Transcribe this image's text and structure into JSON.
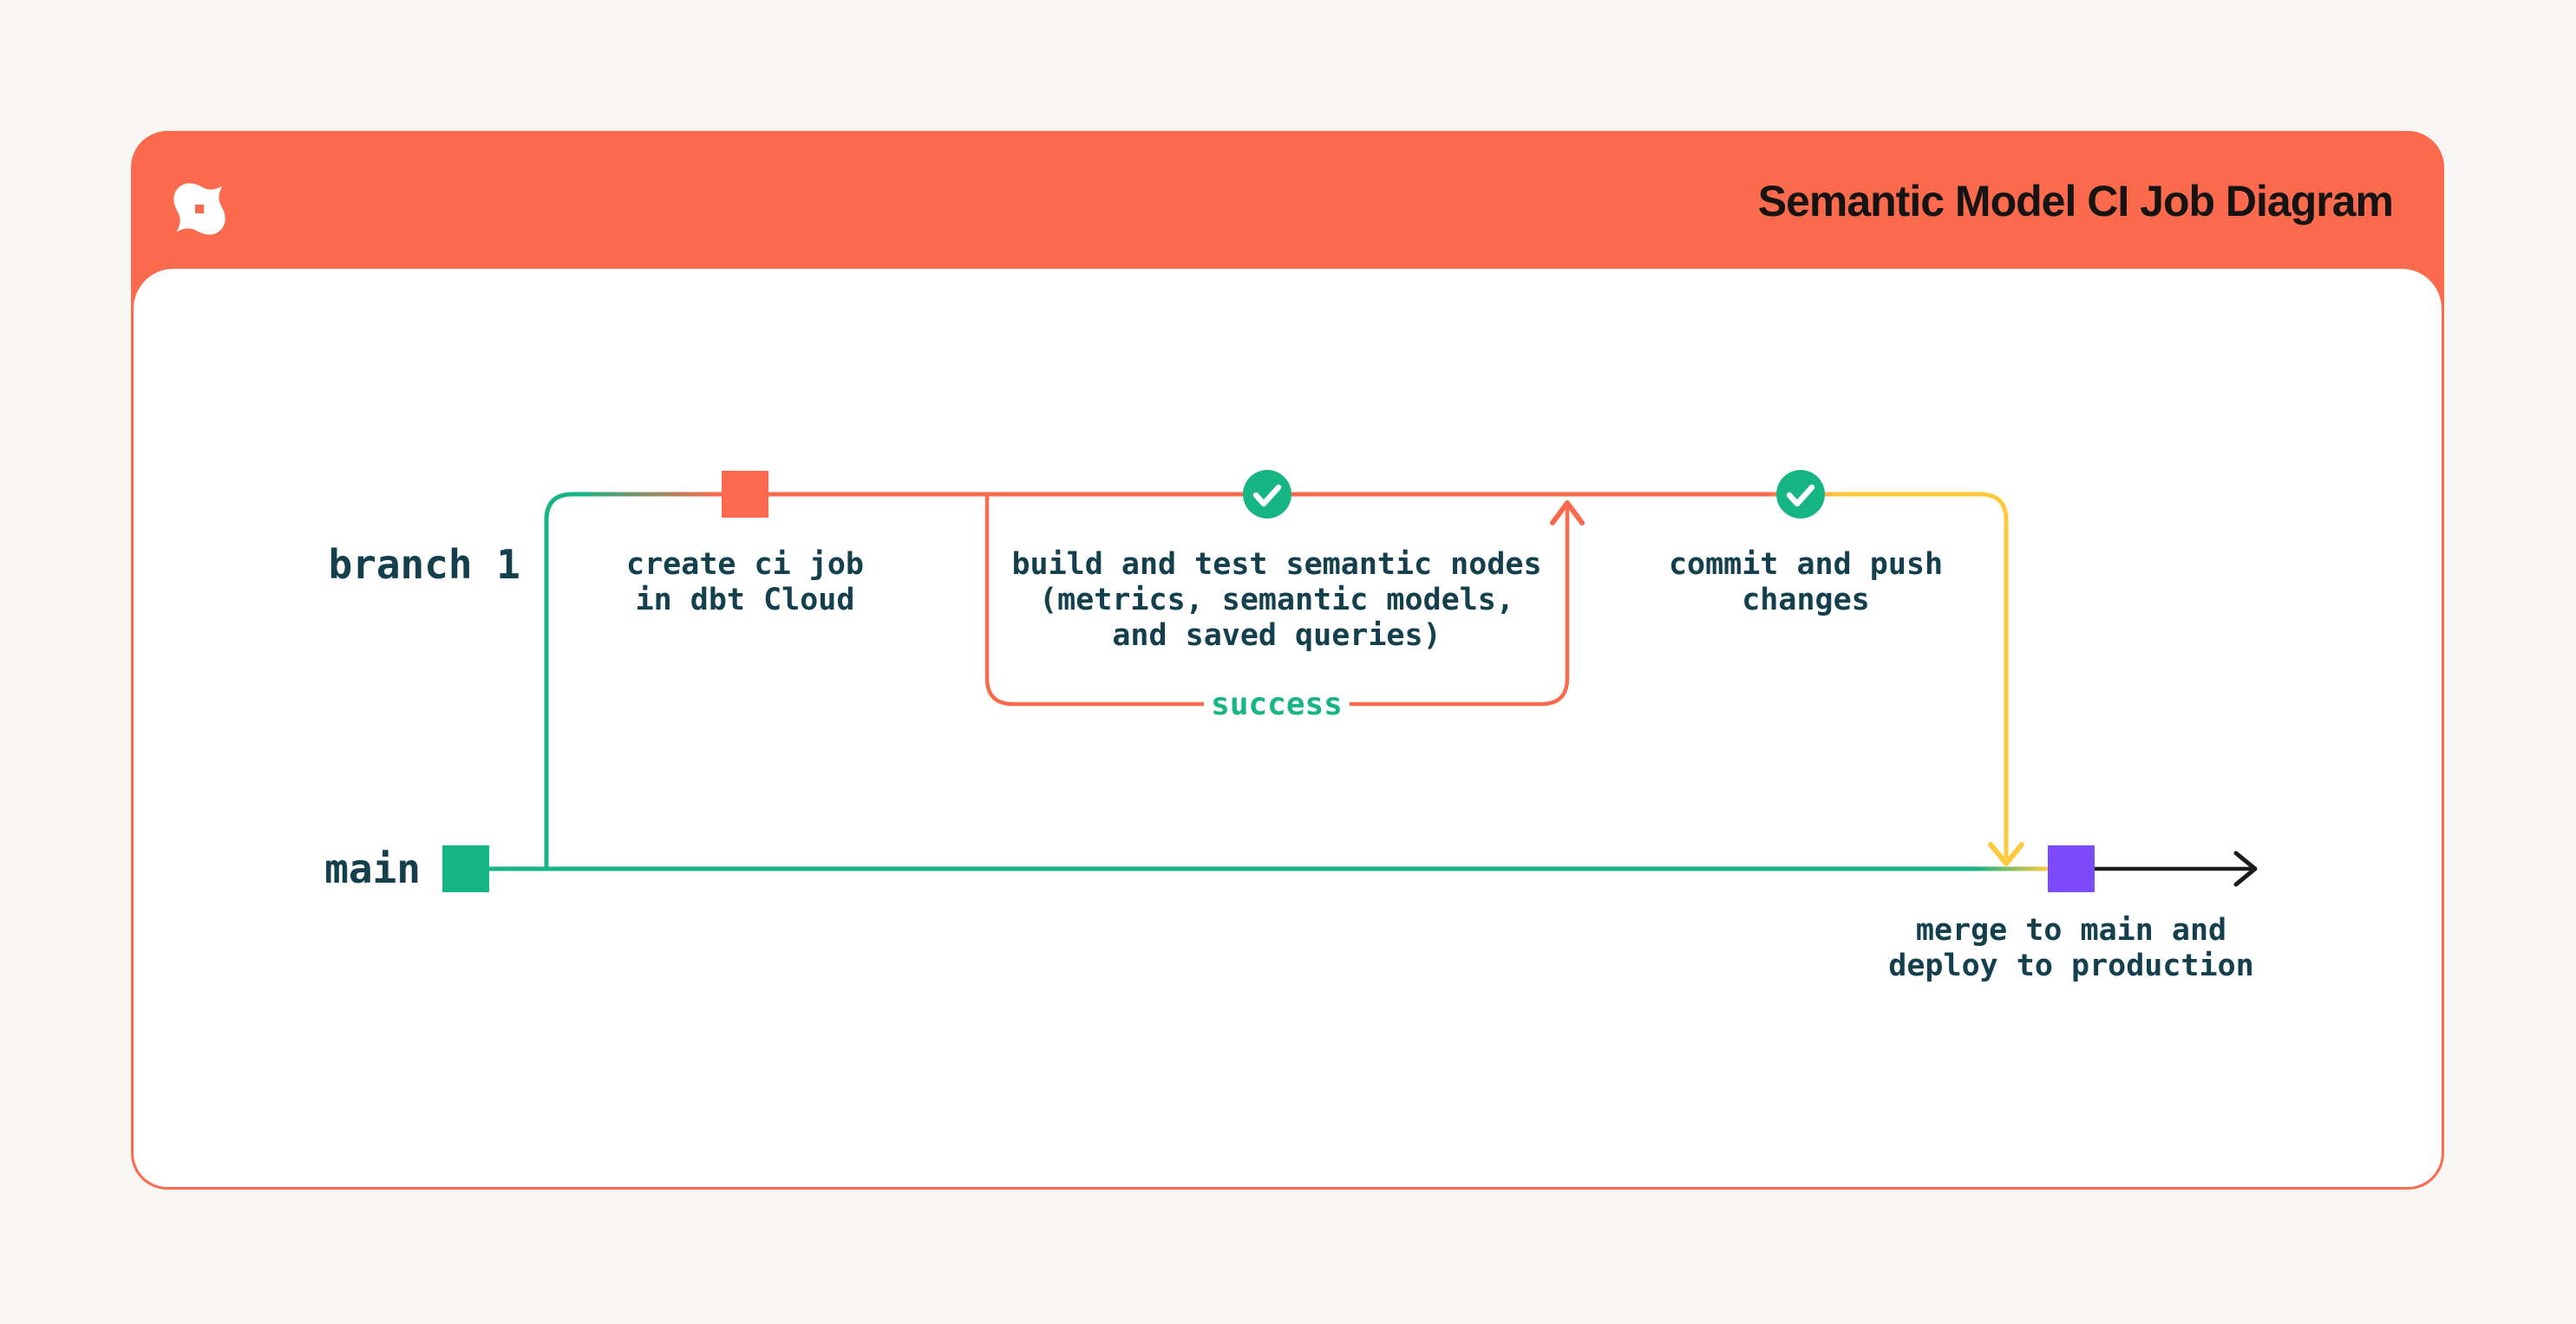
{
  "header": {
    "title": "Semantic Model CI Job Diagram",
    "logo": "dbt-logo"
  },
  "branches": {
    "branch1_label": "branch 1",
    "main_label": "main"
  },
  "nodes": {
    "create_ci": {
      "lines": [
        "create ci job",
        "in dbt Cloud"
      ]
    },
    "build_test": {
      "lines": [
        "build and test semantic nodes",
        "(metrics, semantic models,",
        "and saved queries)"
      ]
    },
    "commit_push": {
      "lines": [
        "commit and push",
        "changes"
      ]
    },
    "merge_deploy": {
      "lines": [
        "merge to main and",
        "deploy to production"
      ]
    }
  },
  "annotations": {
    "success_label": "success"
  },
  "colors": {
    "accent_orange": "#FB6A4D",
    "green": "#16B583",
    "yellow": "#FFC93C",
    "purple": "#7C4AF8",
    "label_text": "#14404E",
    "title_text": "#161413",
    "page_background": "#F9F7F4",
    "card_background": "#FFFFFF"
  }
}
